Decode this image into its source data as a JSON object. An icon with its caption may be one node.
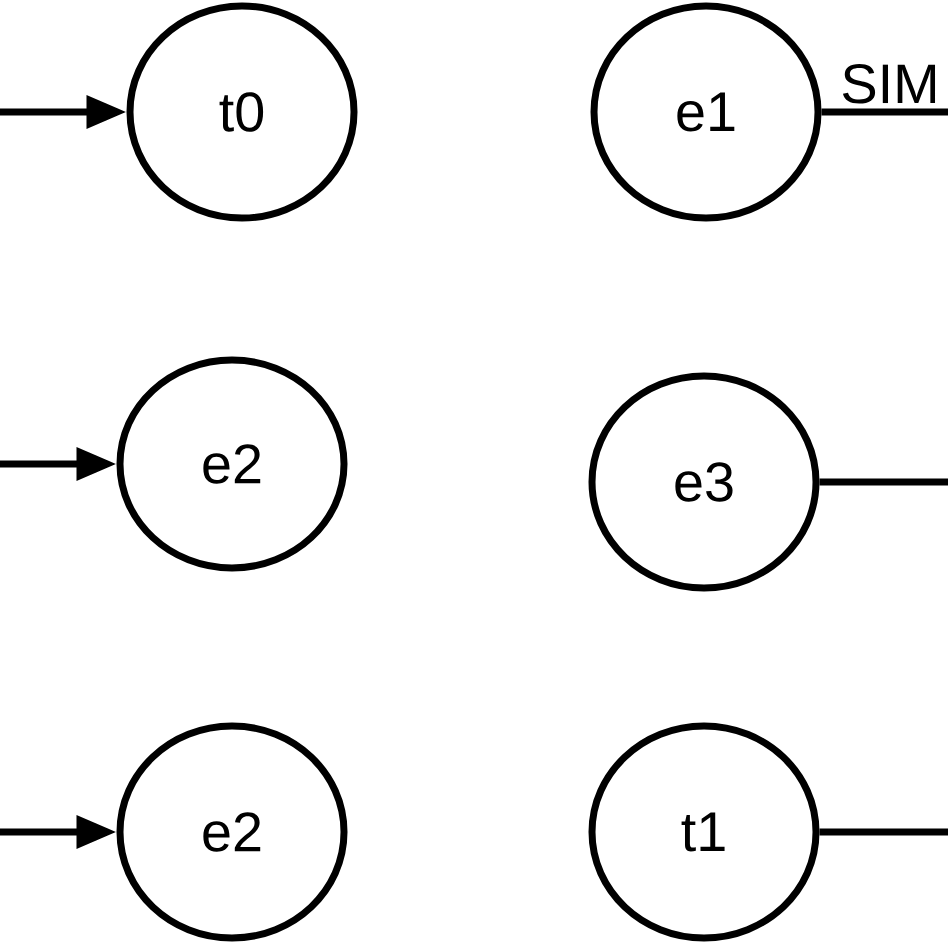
{
  "diagram": {
    "nodes": [
      {
        "text": [
          "t0"
        ]
      },
      {
        "text": [
          "e1"
        ]
      },
      {
        "text": [
          "e2"
        ]
      },
      {
        "text": [
          "e3"
        ]
      },
      {
        "text": [
          "e2"
        ]
      },
      {
        "text": [
          "t1"
        ]
      }
    ],
    "edges": [
      {
        "from": null,
        "to": 0,
        "arrow": "to"
      },
      {
        "from": 1,
        "to": null,
        "arrow": "none",
        "label": "SIM"
      },
      {
        "from": null,
        "to": 2,
        "arrow": "to"
      },
      {
        "from": 3,
        "to": null,
        "arrow": "none"
      },
      {
        "from": null,
        "to": 4,
        "arrow": "to"
      },
      {
        "from": 5,
        "to": null,
        "arrow": "none"
      }
    ]
  }
}
